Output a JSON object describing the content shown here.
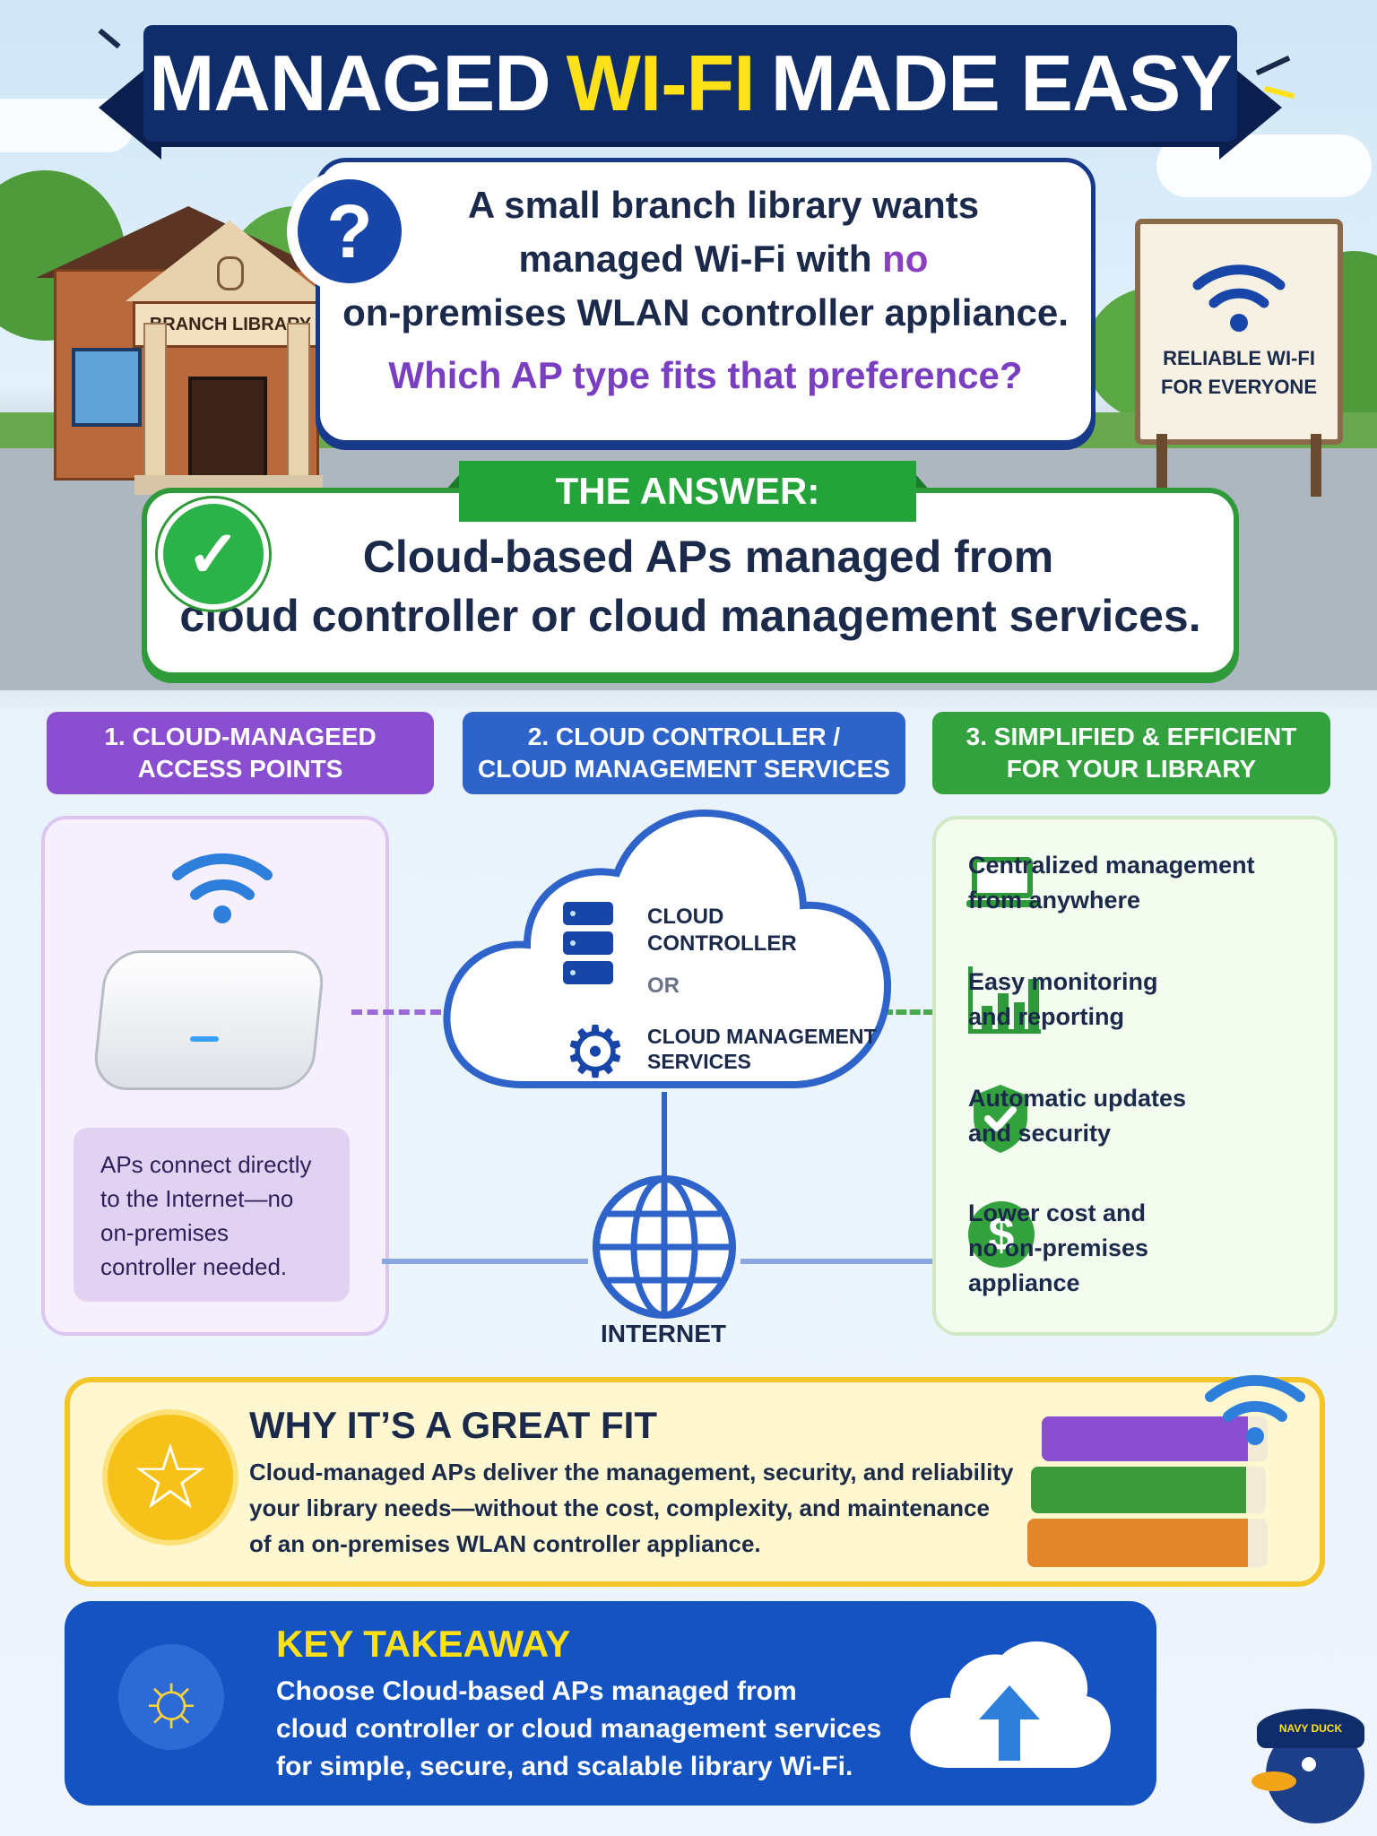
{
  "banner": {
    "title_left": "MANAGED",
    "title_accent": "WI-FI",
    "title_right": "MADE EASY"
  },
  "question": {
    "lines": [
      "A small branch library wants",
      "managed Wi-Fi with",
      "on-premises WLAN controller appliance."
    ],
    "highlight_word": "no",
    "ask": "Which AP type fits that preference?"
  },
  "library_sign": "BRANCH LIBRARY",
  "road_sign": {
    "line1": "RELIABLE WI-FI",
    "line2": "FOR EVERYONE"
  },
  "answer": {
    "label": "THE ANSWER:",
    "line1": "Cloud-based APs managed from",
    "line2": "cloud controller or cloud management services."
  },
  "sections": [
    {
      "line1": "1. CLOUD-MANAGEED",
      "line2": "ACCESS POINTS",
      "color": "#8a4fd0"
    },
    {
      "line1": "2. CLOUD CONTROLLER /",
      "line2": "CLOUD MANAGEMENT SERVICES",
      "color": "#2e63c9"
    },
    {
      "line1": "3. SIMPLIFIED & EFFICIENT",
      "line2": "FOR YOUR LIBRARY",
      "color": "#33a23e"
    }
  ],
  "ap_note": "APs connect directly to the Internet—no on-premises controller needed.",
  "cloud": {
    "controller_line1": "CLOUD",
    "controller_line2": "CONTROLLER",
    "or": "OR",
    "services_line1": "CLOUD MANAGEMENT",
    "services_line2": "SERVICES",
    "internet": "INTERNET"
  },
  "features": [
    {
      "line1": "Centralized management",
      "line2": "from anywhere",
      "icon": "laptop-icon"
    },
    {
      "line1": "Easy monitoring",
      "line2": "and reporting",
      "icon": "bar-chart-icon"
    },
    {
      "line1": "Automatic updates",
      "line2": "and security",
      "icon": "shield-check-icon"
    },
    {
      "line1": "Lower cost and",
      "line2": "no on-premises",
      "line3": "appliance",
      "icon": "dollar-icon"
    }
  ],
  "why": {
    "title": "WHY IT’S A GREAT FIT",
    "line1": "Cloud-managed APs deliver the management, security, and reliability",
    "line2": "your library needs—without the cost, complexity, and maintenance",
    "line3": "of an on-premises WLAN controller appliance."
  },
  "takeaway": {
    "title": "KEY TAKEAWAY",
    "line1": "Choose Cloud-based APs managed from",
    "line2": "cloud controller or cloud management services",
    "line3": "for simple, secure, and scalable library Wi-Fi."
  },
  "mascot_hat": "NAVY DUCK",
  "colors": {
    "navy": "#0f2d6b",
    "yellow": "#ffe11a",
    "purple": "#8a4fd0",
    "blue": "#2e63c9",
    "green": "#33a23e",
    "gold": "#f2c52b"
  }
}
